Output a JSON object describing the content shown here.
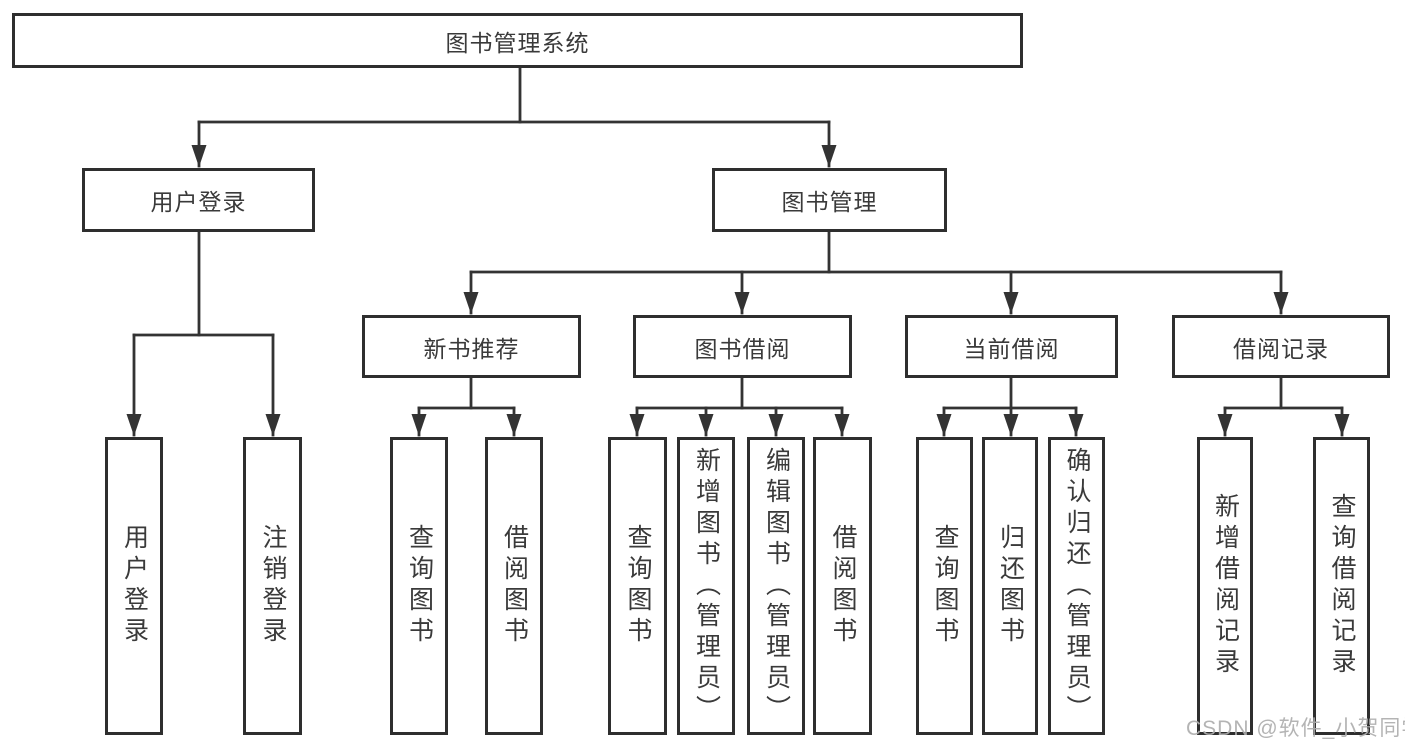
{
  "diagram": {
    "title": "图书管理系统",
    "level2": {
      "user_login": "用户登录",
      "book_management": "图书管理"
    },
    "level3": {
      "new_book_recommend": "新书推荐",
      "book_borrowing": "图书借阅",
      "current_borrowing": "当前借阅",
      "borrowing_records": "借阅记录"
    },
    "leaves": {
      "user_login": [
        "用户登录",
        "注销登录"
      ],
      "new_book_recommend": [
        "查询图书",
        "借阅图书"
      ],
      "book_borrowing": [
        "查询图书",
        "新增图书（管理员）",
        "编辑图书（管理员）",
        "借阅图书"
      ],
      "current_borrowing": [
        "查询图书",
        "归还图书",
        "确认归还（管理员）"
      ],
      "borrowing_records": [
        "新增借阅记录",
        "查询借阅记录"
      ]
    }
  },
  "watermark": "CSDN @软件_小贺同学",
  "colors": {
    "line": "#333333",
    "border": "#2e2e2e",
    "text": "#3a3a3a",
    "watermark": "#aeaeae",
    "background": "#ffffff"
  }
}
